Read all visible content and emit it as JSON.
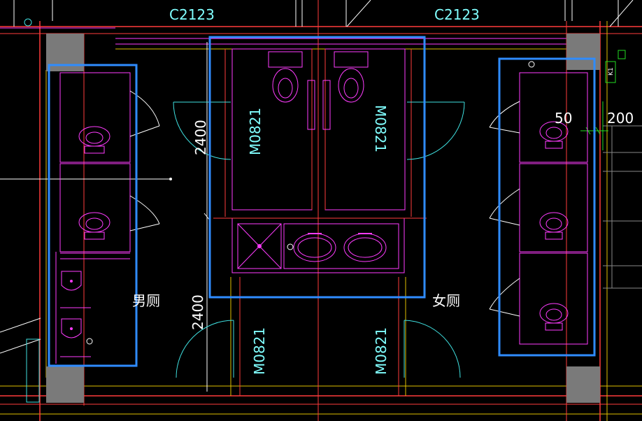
{
  "labels": {
    "window_left": "C2123",
    "window_right": "C2123",
    "door_upper_left": "M0821",
    "door_upper_right": "M0821",
    "door_lower_left": "M0821",
    "door_lower_right": "M0821",
    "dim_upper": "2400",
    "dim_lower": "2400",
    "dim_50": "50",
    "dim_200": "200",
    "room_men": "男厕",
    "room_women": "女厕",
    "tag_k1": "K1"
  },
  "colors": {
    "background": "#000000",
    "wall": "#ff3b3b",
    "fixture": "#ff3cff",
    "door_arc": "#3fe0e0",
    "text_cyan": "#80ffff",
    "selection_blue": "#2f8cff",
    "column_fill": "#7a7a7a",
    "wall_yellow": "#e0c000"
  }
}
